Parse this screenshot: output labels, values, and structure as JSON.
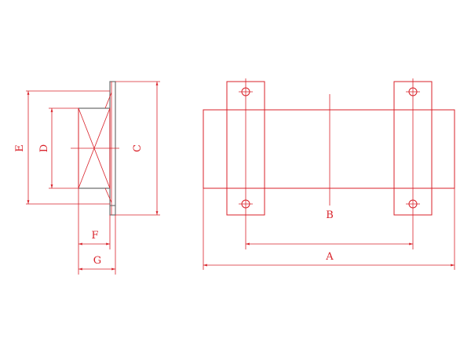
{
  "colors": {
    "line": "#d9222a",
    "plate_edge": "#6f6f6f",
    "background": "#ffffff"
  },
  "labels": {
    "a": "A",
    "b": "B",
    "c": "C",
    "d": "D",
    "e": "E",
    "f": "F",
    "g": "G"
  }
}
